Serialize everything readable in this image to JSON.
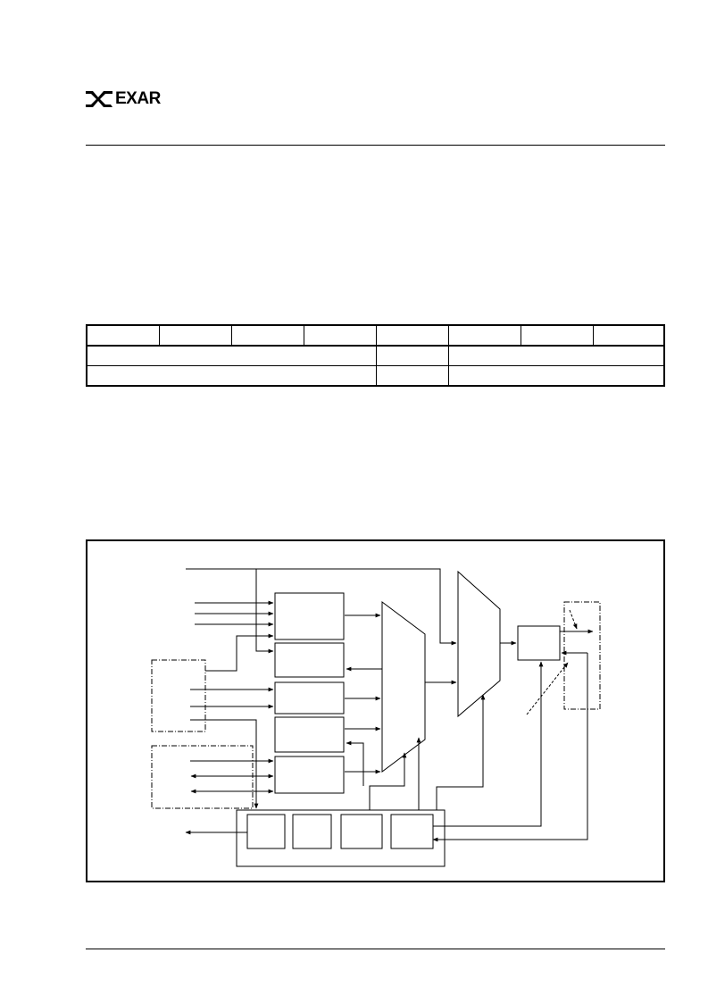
{
  "header": {
    "logo": {
      "text": "EXAR",
      "mark_icon": "exar-logo-mark-icon"
    }
  },
  "register_table": {
    "rows": 3,
    "row1_columns": 8,
    "row2_columns": 3,
    "row3_columns": 3,
    "cells_text": []
  },
  "diagram": {
    "blocks": [
      "input-block-1",
      "input-block-2",
      "input-block-3",
      "input-block-4",
      "input-block-5",
      "output-block",
      "control-block-1",
      "control-block-2",
      "control-block-3",
      "control-block-4"
    ],
    "multiplexers": [
      "mux-left",
      "mux-right"
    ],
    "labels": []
  },
  "colors": {
    "line": "#000000",
    "background": "#ffffff"
  }
}
